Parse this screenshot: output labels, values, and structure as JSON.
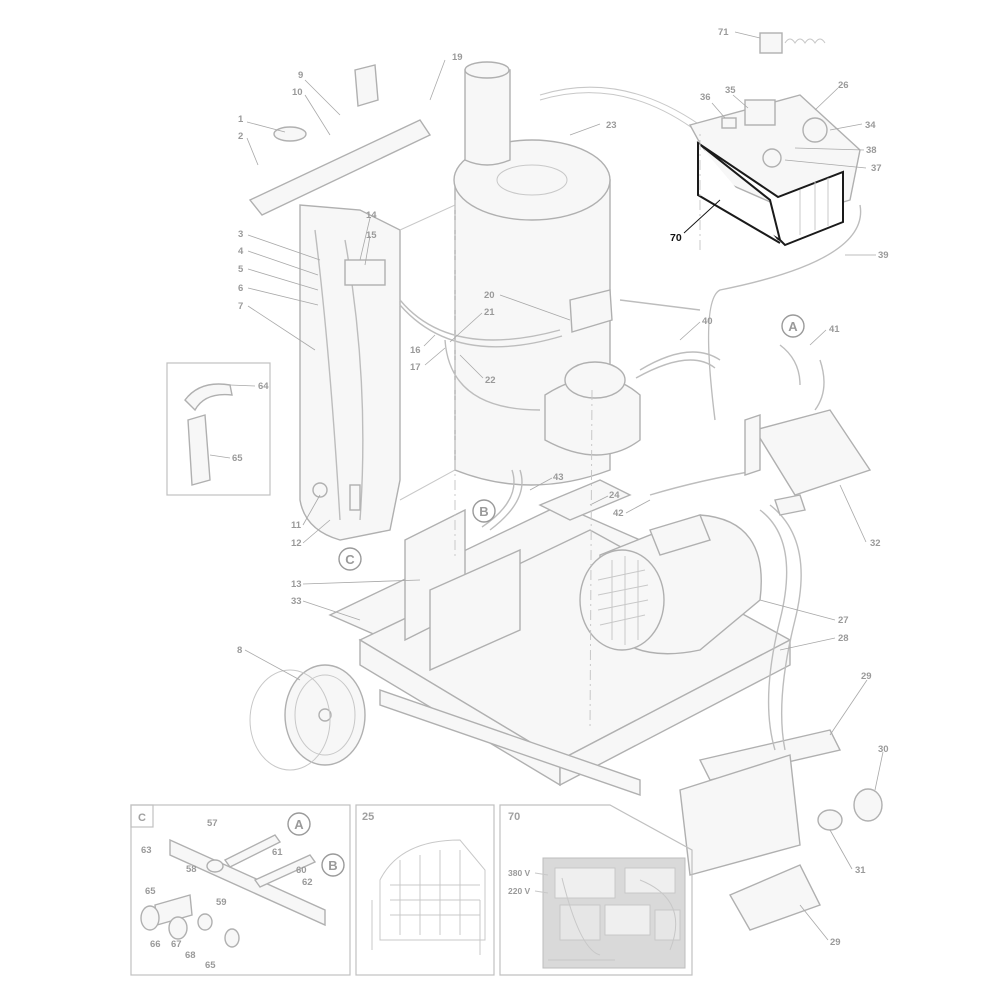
{
  "diagram": {
    "highlighted_part": "70",
    "callouts": {
      "p71": "71",
      "p35": "35",
      "p36": "36",
      "p26": "26",
      "p34": "34",
      "p38": "38",
      "p37": "37",
      "p70": "70",
      "p19": "19",
      "p9": "9",
      "p10": "10",
      "p1": "1",
      "p2": "2",
      "p23": "23",
      "p14": "14",
      "p15": "15",
      "p3": "3",
      "p4": "4",
      "p5": "5",
      "p6": "6",
      "p7": "7",
      "p39": "39",
      "p20": "20",
      "p21": "21",
      "p16": "16",
      "p17": "17",
      "p22": "22",
      "p40": "40",
      "p41": "41",
      "p64": "64",
      "p65": "65",
      "p11": "11",
      "p12": "12",
      "p43": "43",
      "p24": "24",
      "p42": "42",
      "p32": "32",
      "p13": "13",
      "p33": "33",
      "p27": "27",
      "p28": "28",
      "p8": "8",
      "p29a": "29",
      "p30": "30",
      "p31": "31",
      "p29b": "29"
    },
    "detail_markers": {
      "A": "A",
      "B": "B",
      "C": "C"
    },
    "insets": {
      "c": {
        "title": "C",
        "callouts": {
          "p57": "57",
          "p63": "63",
          "p58": "58",
          "p61": "61",
          "p60": "60",
          "p62": "62",
          "p59": "59",
          "p65a": "65",
          "p66": "66",
          "p67": "67",
          "p68": "68",
          "p65b": "65"
        },
        "markers": {
          "A": "A",
          "B": "B"
        }
      },
      "i25": {
        "title": "25"
      },
      "i70": {
        "title": "70",
        "voltage_high": "380 V",
        "voltage_low": "220 V"
      }
    }
  }
}
